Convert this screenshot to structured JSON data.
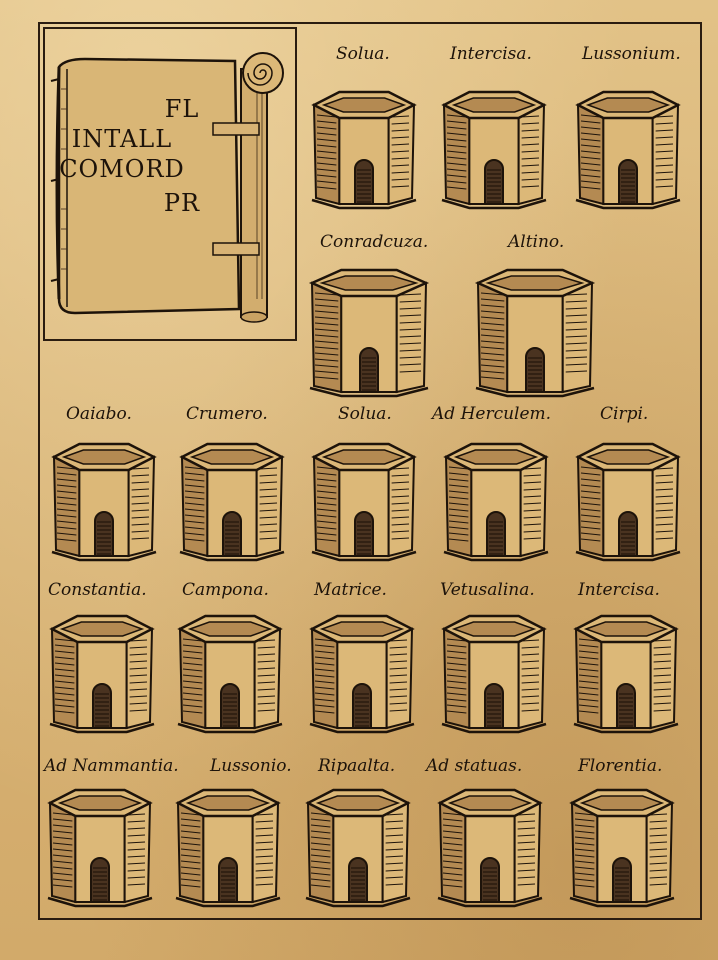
{
  "book": {
    "lines": [
      "FL",
      "INTALL",
      "COMORD",
      "PR"
    ]
  },
  "towers": [
    {
      "label": "Solua."
    },
    {
      "label": "Intercisa."
    },
    {
      "label": "Lussonium."
    },
    {
      "label": "Conradcuza."
    },
    {
      "label": "Altino."
    },
    {
      "label": "Oaiabo."
    },
    {
      "label": "Crumero."
    },
    {
      "label": "Solua."
    },
    {
      "label": "Ad Herculem."
    },
    {
      "label": "Cirpi."
    },
    {
      "label": "Constantia."
    },
    {
      "label": "Campona."
    },
    {
      "label": "Matrice."
    },
    {
      "label": "Vetusalina."
    },
    {
      "label": "Intercisa."
    },
    {
      "label": "Ad Nammantia."
    },
    {
      "label": "Lussonio."
    },
    {
      "label": "Ripaalta."
    },
    {
      "label": "Ad statuas."
    },
    {
      "label": "Florentia."
    }
  ],
  "colors": {
    "ink": "#1d130a",
    "paper": "#dcb878",
    "shade": "#b48a52"
  }
}
